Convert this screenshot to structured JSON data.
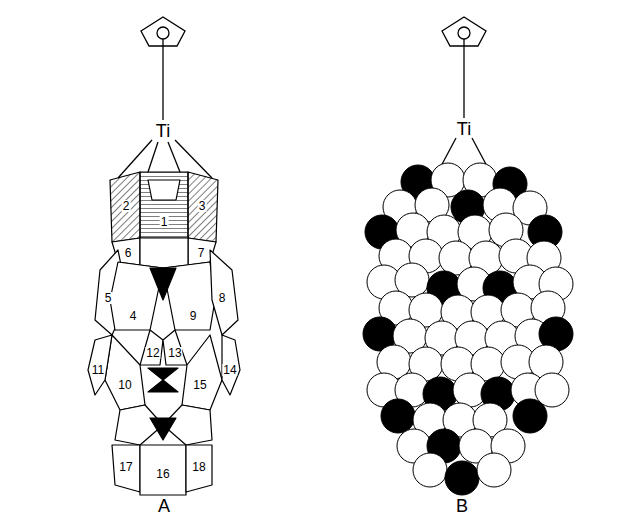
{
  "diagram": {
    "labels": [
      "Ti",
      "2",
      "1",
      "3",
      "6",
      "7",
      "5",
      "4",
      "9",
      "8",
      "12",
      "13",
      "11",
      "10",
      "15",
      "14",
      "17",
      "16",
      "18",
      "A",
      "Ti",
      "B"
    ]
  }
}
